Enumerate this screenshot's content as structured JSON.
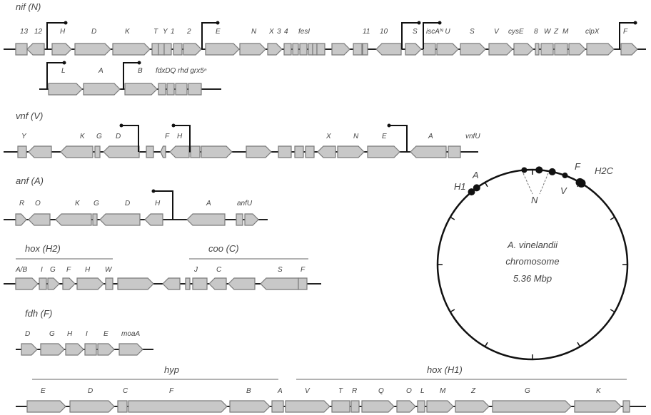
{
  "clusters": {
    "nif": {
      "title": "nif (N)",
      "row1_labels": [
        "13",
        "12",
        "H",
        "D",
        "K",
        "T",
        "Y",
        "1",
        "2",
        "E",
        "N",
        "X",
        "3",
        "4",
        "fesI",
        "11",
        "10",
        "S",
        "iscAᴺ U",
        "S",
        "V",
        "cysE",
        "8",
        "W",
        "Z",
        "M",
        "clpX",
        "F"
      ],
      "row2_labels": [
        "L",
        "A",
        "B",
        "fdxDQ rhd grx5ⁿ"
      ]
    },
    "vnf": {
      "title": "vnf (V)",
      "labels": [
        "Y",
        "K",
        "G",
        "D",
        "F",
        "H",
        "X",
        "N",
        "E",
        "A",
        "vnfU"
      ]
    },
    "anf": {
      "title": "anf (A)",
      "labels": [
        "R",
        "O",
        "K",
        "G",
        "D",
        "H",
        "A",
        "anfU"
      ]
    },
    "hox_h2": {
      "title": "hox (H2)",
      "labels": [
        "A/B",
        "I",
        "G",
        "F",
        "H",
        "W"
      ]
    },
    "coo": {
      "title": "coo (C)",
      "labels": [
        "J",
        "C",
        "S",
        "F"
      ]
    },
    "fdh": {
      "title": "fdh (F)",
      "labels": [
        "D",
        "G",
        "H",
        "I",
        "E",
        "moaA"
      ]
    },
    "hyp": {
      "title": "hyp",
      "labels": [
        "E",
        "D",
        "C",
        "F",
        "B",
        "A"
      ]
    },
    "hox_h1": {
      "title": "hox (H1)",
      "labels": [
        "V",
        "T",
        "R",
        "Q",
        "O",
        "L",
        "M",
        "Z",
        "G",
        "K"
      ]
    }
  },
  "chromosome": {
    "lines": [
      "A. vinelandii",
      "chromosome",
      "5.36 Mbp"
    ],
    "markers": [
      "H1",
      "A",
      "N",
      "V",
      "F",
      "H2C"
    ]
  },
  "colors": {
    "gene_fill": "#c8c8c8",
    "gene_stroke": "#7a7a7a",
    "line": "#222222"
  }
}
